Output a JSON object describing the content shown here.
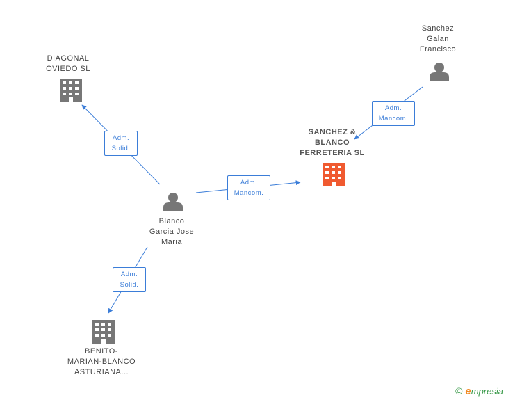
{
  "colors": {
    "edge": "#3b7dd8",
    "company": "#777777",
    "main_company": "#f05a30",
    "person": "#777777"
  },
  "nodes": {
    "diagonal": {
      "label": "DIAGONAL\nOVIEDO SL",
      "icon": "building-icon"
    },
    "sanchez_blanco": {
      "label": "SANCHEZ &\nBLANCO\nFERRETERIA SL",
      "icon": "building-icon"
    },
    "benito": {
      "label": "BENITO-\nMARIAN-BLANCO\nASTURIANA...",
      "icon": "building-icon"
    },
    "sanchez_galan": {
      "label": "Sanchez\nGalan\nFrancisco",
      "icon": "person-icon"
    },
    "blanco_garcia": {
      "label": "Blanco\nGarcia Jose\nMaria",
      "icon": "person-icon"
    }
  },
  "edges": {
    "e1": {
      "line1": "Adm.",
      "line2": "Solid."
    },
    "e2": {
      "line1": "Adm.",
      "line2": "Mancom."
    },
    "e3": {
      "line1": "Adm.",
      "line2": "Mancom."
    },
    "e4": {
      "line1": "Adm.",
      "line2": "Solid."
    }
  },
  "footer": {
    "copyright": "©",
    "brand_e": "e",
    "brand_rest": "mpresia"
  }
}
